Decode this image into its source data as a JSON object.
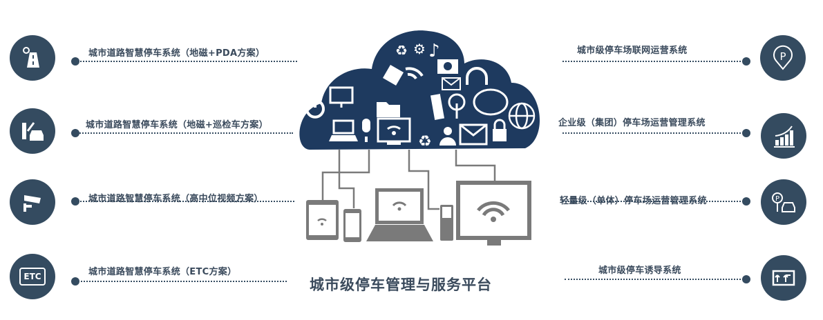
{
  "left_items": [
    {
      "label": "城市道路智慧停车系统（地磁+PDA方案）",
      "icon": "road-location-icon"
    },
    {
      "label": "城市道路智慧停车系统（地磁+巡检车方案）",
      "icon": "barrier-car-icon"
    },
    {
      "label": "城市道路智慧停车系统（高中位视频方案）",
      "icon": "camera-icon"
    },
    {
      "label": "城市道路智慧停车系统（ETC方案）",
      "icon": "etc-icon",
      "icon_text": "ETC"
    }
  ],
  "right_items": [
    {
      "label": "城市级停车场联网运营系统",
      "icon": "parking-pin-icon",
      "icon_text": "P"
    },
    {
      "label": "企业级（集团）停车场运营管理系统",
      "icon": "growth-chart-icon"
    },
    {
      "label": "轻量级（单体）停车场运营管理系统",
      "icon": "parking-car-icon",
      "icon_text": "P"
    },
    {
      "label": "城市级停车诱导系统",
      "icon": "guidance-sign-icon"
    }
  ],
  "center": {
    "title": "城市级停车管理与服务平台"
  },
  "colors": {
    "circle": "#344b60",
    "cloud": "#1e3a5f",
    "device": "#7a7a7a",
    "text": "#3a4a5c"
  }
}
